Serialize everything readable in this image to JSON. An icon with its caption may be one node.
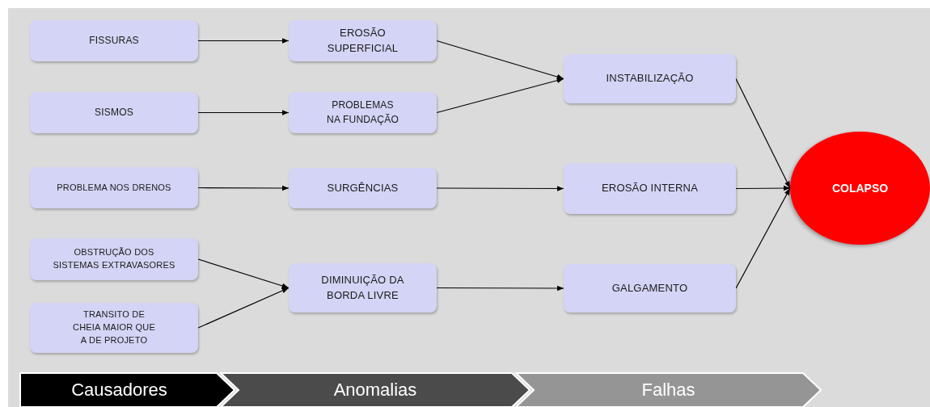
{
  "diagram": {
    "nodes": [
      {
        "text": [
          "FISSURAS"
        ]
      },
      {
        "text": [
          "SISMOS"
        ]
      },
      {
        "text": [
          "PROBLEMA NOS DRENOS"
        ]
      },
      {
        "text": [
          "OBSTRUÇÃO DOS SISTEMAS EXTRAVASORES"
        ]
      },
      {
        "text": [
          "TRANSITO DE CHEIA MAIOR QUE A DE PROJETO"
        ]
      },
      {
        "text": [
          "EROSÃO SUPERFICIAL"
        ]
      },
      {
        "text": [
          "PROBLEMAS NA FUNDAÇÃO"
        ]
      },
      {
        "text": [
          "SURGÊNCIAS"
        ]
      },
      {
        "text": [
          "DIMINUIÇÃO DA BORDA LIVRE"
        ]
      },
      {
        "text": [
          "INSTABILIZAÇÃO"
        ]
      },
      {
        "text": [
          "EROSÃO INTERNA"
        ]
      },
      {
        "text": [
          "GALGAMENTO"
        ]
      },
      {
        "text": [
          "COLAPSO"
        ]
      },
      {
        "text": [
          "Causadores"
        ]
      },
      {
        "text": [
          "Anomalias"
        ]
      },
      {
        "text": [
          "Falhas"
        ]
      }
    ],
    "edges": [
      {
        "from": 0,
        "to": 5,
        "arrow": "to"
      },
      {
        "from": 1,
        "to": 6,
        "arrow": "to"
      },
      {
        "from": 2,
        "to": 7,
        "arrow": "to"
      },
      {
        "from": 3,
        "to": 8,
        "arrow": "to"
      },
      {
        "from": 4,
        "to": 8,
        "arrow": "to"
      },
      {
        "from": 5,
        "to": 9,
        "arrow": "to"
      },
      {
        "from": 6,
        "to": 9,
        "arrow": "to"
      },
      {
        "from": 7,
        "to": 10,
        "arrow": "to"
      },
      {
        "from": 8,
        "to": 11,
        "arrow": "to"
      },
      {
        "from": 9,
        "to": 12,
        "arrow": "to"
      },
      {
        "from": 10,
        "to": 12,
        "arrow": "to"
      },
      {
        "from": 11,
        "to": 12,
        "arrow": "to"
      }
    ]
  }
}
